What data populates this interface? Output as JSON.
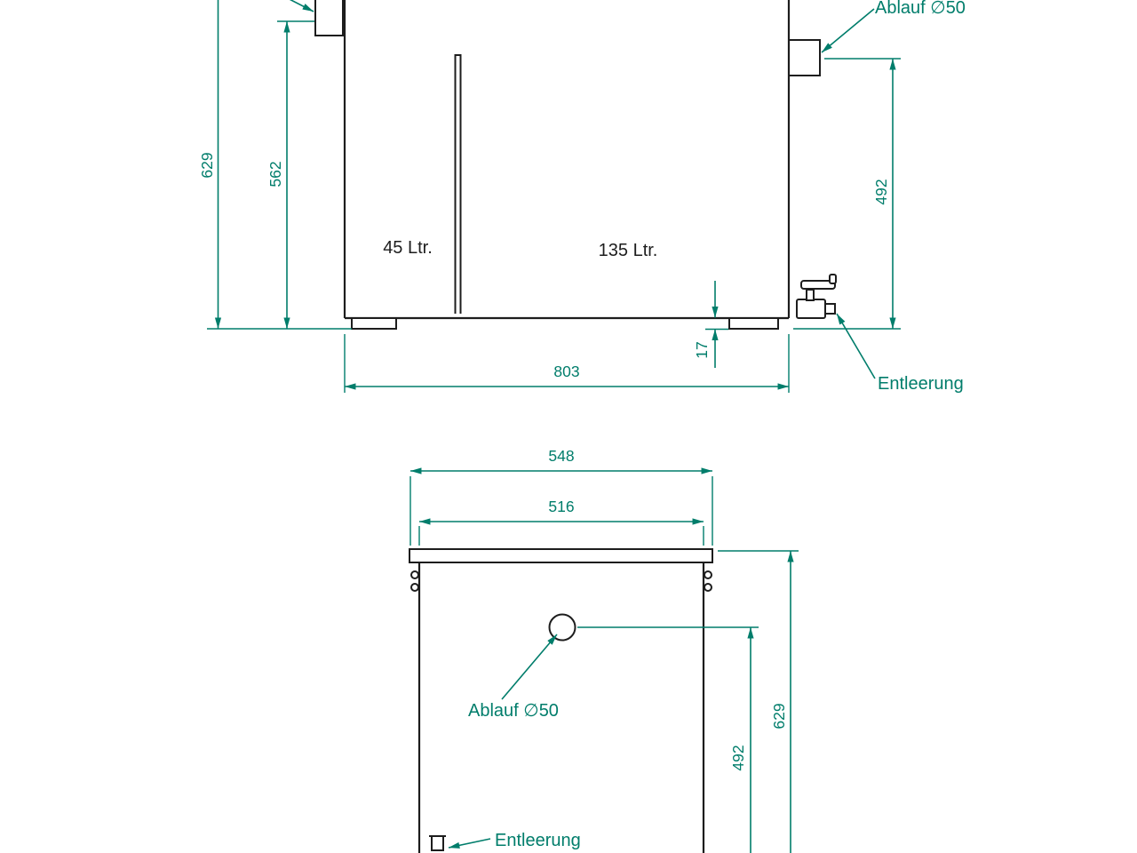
{
  "colors": {
    "accent": "#007d6b",
    "outline": "#1d1d1d",
    "background": "#ffffff"
  },
  "front_view": {
    "compartments": {
      "small": "45 Ltr.",
      "large": "135 Ltr."
    },
    "dimensions": {
      "total_height": "629",
      "inner_height": "562",
      "outlet_height": "492",
      "width": "803",
      "foot_height": "17"
    },
    "labels": {
      "drain": "Ablauf ∅50",
      "emptying": "Entleerung"
    }
  },
  "side_view": {
    "dimensions": {
      "outer_width": "548",
      "inner_width": "516",
      "total_height": "629",
      "drain_height": "492"
    },
    "labels": {
      "drain": "Ablauf ∅50",
      "emptying": "Entleerung"
    }
  }
}
